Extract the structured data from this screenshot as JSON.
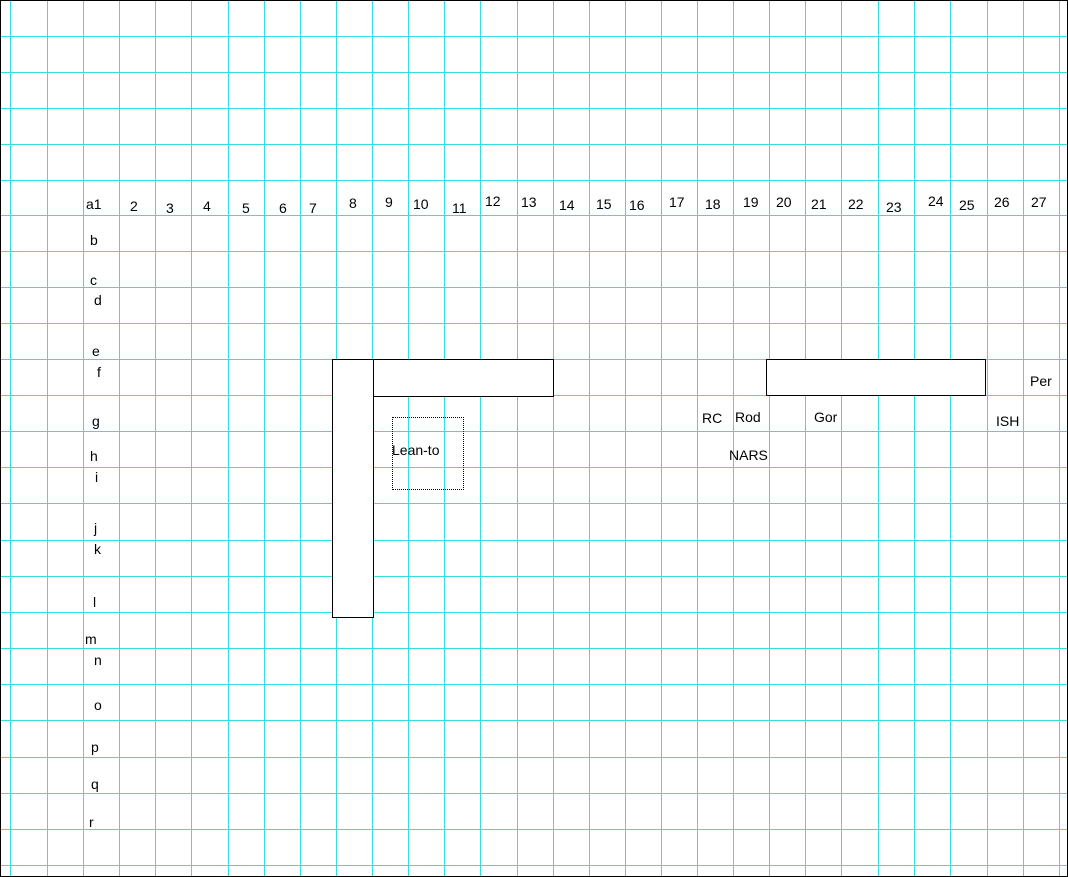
{
  "colors": {
    "grid": "#33e0e0",
    "background": "#ffffff",
    "ink": "#000000"
  },
  "column_labels": [
    "a1",
    "2",
    "3",
    "4",
    "5",
    "6",
    "7",
    "8",
    "9",
    "10",
    "11",
    "12",
    "13",
    "14",
    "15",
    "16",
    "17",
    "18",
    "19",
    "20",
    "21",
    "22",
    "23",
    "24",
    "25",
    "26",
    "27"
  ],
  "row_labels": [
    "b",
    "c",
    "d",
    "e",
    "f",
    "g",
    "h",
    "i",
    "j",
    "k",
    "l",
    "m",
    "n",
    "o",
    "p",
    "q",
    "r"
  ],
  "areas": {
    "lean_to": "Lean-to",
    "rc": "RC",
    "rod": "Rod",
    "gor": "Gor",
    "nars": "NARS",
    "ish": "ISH",
    "per": "Per"
  }
}
